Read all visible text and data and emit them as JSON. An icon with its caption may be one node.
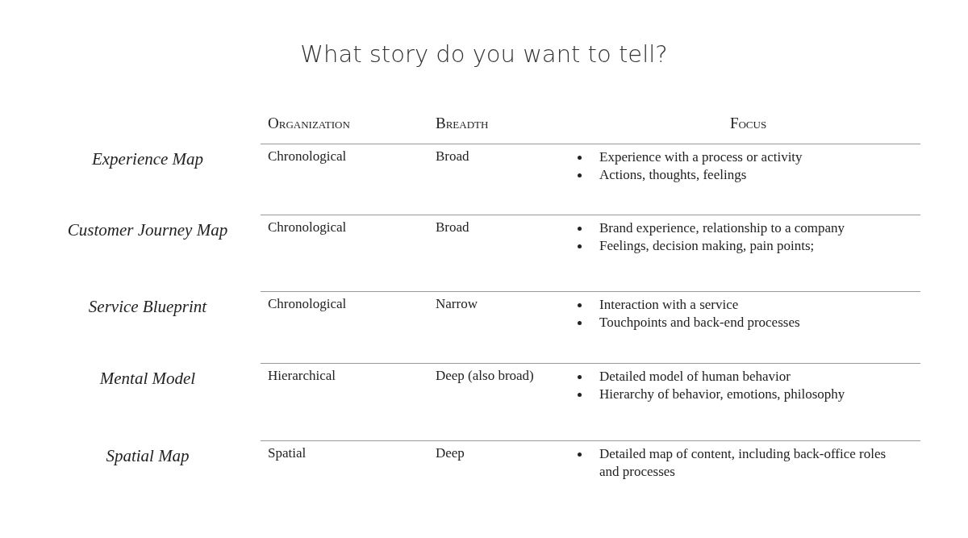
{
  "diagram": {
    "title": "What story do you want to tell?",
    "labels": [
      "Organization",
      "Breadth",
      "Focus",
      "Experience Map",
      "Chronological",
      "Broad",
      "Experience with a process or activity",
      "Actions, thoughts, feelings",
      "Customer Journey Map",
      "Chronological",
      "Broad",
      "Brand experience, relationship to a company",
      "Feelings, decision making, pain points;",
      "Service Blueprint",
      "Chronological",
      "Narrow",
      "Interaction with a service",
      "Touchpoints and back-end processes",
      "Mental Model",
      "Hierarchical",
      "Deep (also broad)",
      "Detailed model of human behavior",
      "Hierarchy of behavior, emotions, philosophy",
      "Spatial Map",
      "Spatial",
      "Deep",
      "Detailed map of content, including back-office roles and processes"
    ]
  }
}
